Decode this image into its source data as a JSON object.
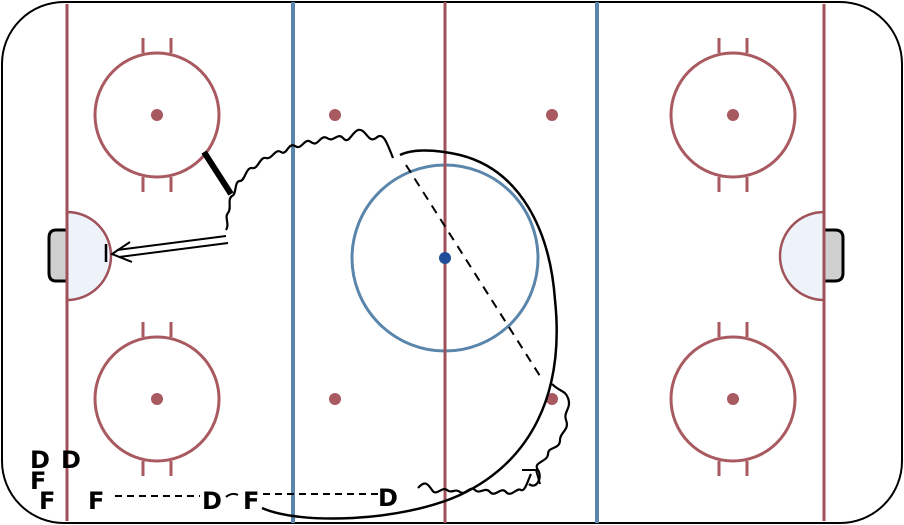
{
  "diagram": {
    "type": "hockey-drill",
    "rink": {
      "board_color": "#000000",
      "goal_line_color": "#A0525A",
      "center_line_color": "#A0525A",
      "blue_line_color": "#5B86AB",
      "faceoff_color": "#A85A60",
      "center_circle_color": "#5B86AB",
      "center_dot_color": "#1F4E9A",
      "crease_fill": "#EEF3FA",
      "net_fill": "#CFCFCF"
    },
    "players": [
      {
        "label": "D"
      },
      {
        "label": "D"
      },
      {
        "label": "F"
      },
      {
        "label": "F"
      },
      {
        "label": "F"
      },
      {
        "label": "D"
      },
      {
        "label": "F"
      },
      {
        "label": "D"
      }
    ]
  }
}
